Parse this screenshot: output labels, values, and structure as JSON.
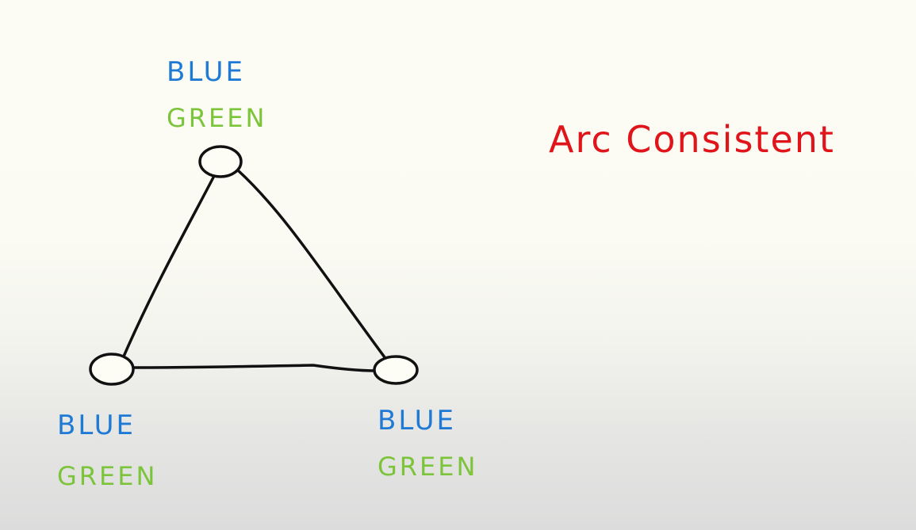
{
  "title": "Arc Consistent",
  "colors": {
    "blue": "#1f7ad6",
    "green": "#7cc43a",
    "title": "#e0151b",
    "ink": "#111111"
  },
  "nodes": [
    {
      "id": "top",
      "domain": [
        "BLUE",
        "GREEN"
      ]
    },
    {
      "id": "left",
      "domain": [
        "BLUE",
        "GREEN"
      ]
    },
    {
      "id": "right",
      "domain": [
        "BLUE",
        "GREEN"
      ]
    }
  ],
  "edges": [
    [
      "top",
      "left"
    ],
    [
      "top",
      "right"
    ],
    [
      "left",
      "right"
    ]
  ]
}
